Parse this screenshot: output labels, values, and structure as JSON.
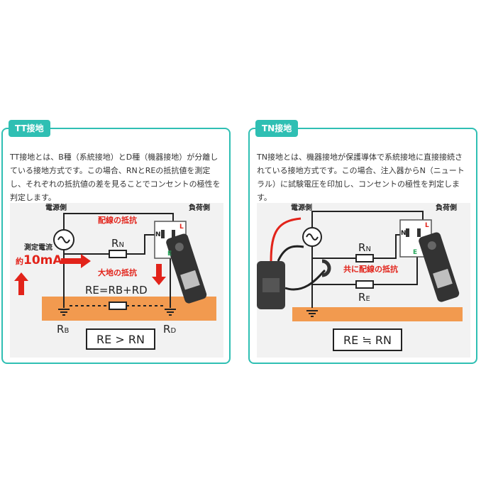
{
  "tt": {
    "tag": "TT接地",
    "description": "TT接地とは、B種（系統接地）とD種（機器接地）が分離している接地方式です。この場合、RNとREの抵抗値を測定し、それぞれの抵抗値の差を見ることでコンセントの極性を判定します。",
    "power_side": "電源側",
    "load_side": "負荷側",
    "wiring_resistance": "配線の抵抗",
    "rn_main": "R",
    "rn_sub": "N",
    "measure_current": "測定電流",
    "approx": "約",
    "current_value": "10mA",
    "earth_resistance": "大地の抵抗",
    "equation": "RE=RB+RD",
    "rb_main": "R",
    "rb_sub": "B",
    "rd_main": "R",
    "rd_sub": "D",
    "result": "RE > RN",
    "outlet_n": "N",
    "outlet_l": "L",
    "outlet_e": "E"
  },
  "tn": {
    "tag": "TN接地",
    "description": "TN接地とは、機器接地が保護導体で系統接地に直接接続されている接地方式です。この場合、注入器からN（ニュートラル）に試験電圧を印加し、コンセントの極性を判定します。",
    "power_side": "電源側",
    "load_side": "負荷側",
    "rn_main": "R",
    "rn_sub": "N",
    "both_wiring": "共に配線の抵抗",
    "re_main": "R",
    "re_sub": "E",
    "result": "RE ≒ RN",
    "outlet_n": "N",
    "outlet_l": "L",
    "outlet_e": "E"
  },
  "colors": {
    "teal": "#2fbfb3",
    "red": "#e2231a",
    "ground": "#f29a4f",
    "diagram_bg": "#f2f2f2",
    "green": "#2aa95e"
  }
}
